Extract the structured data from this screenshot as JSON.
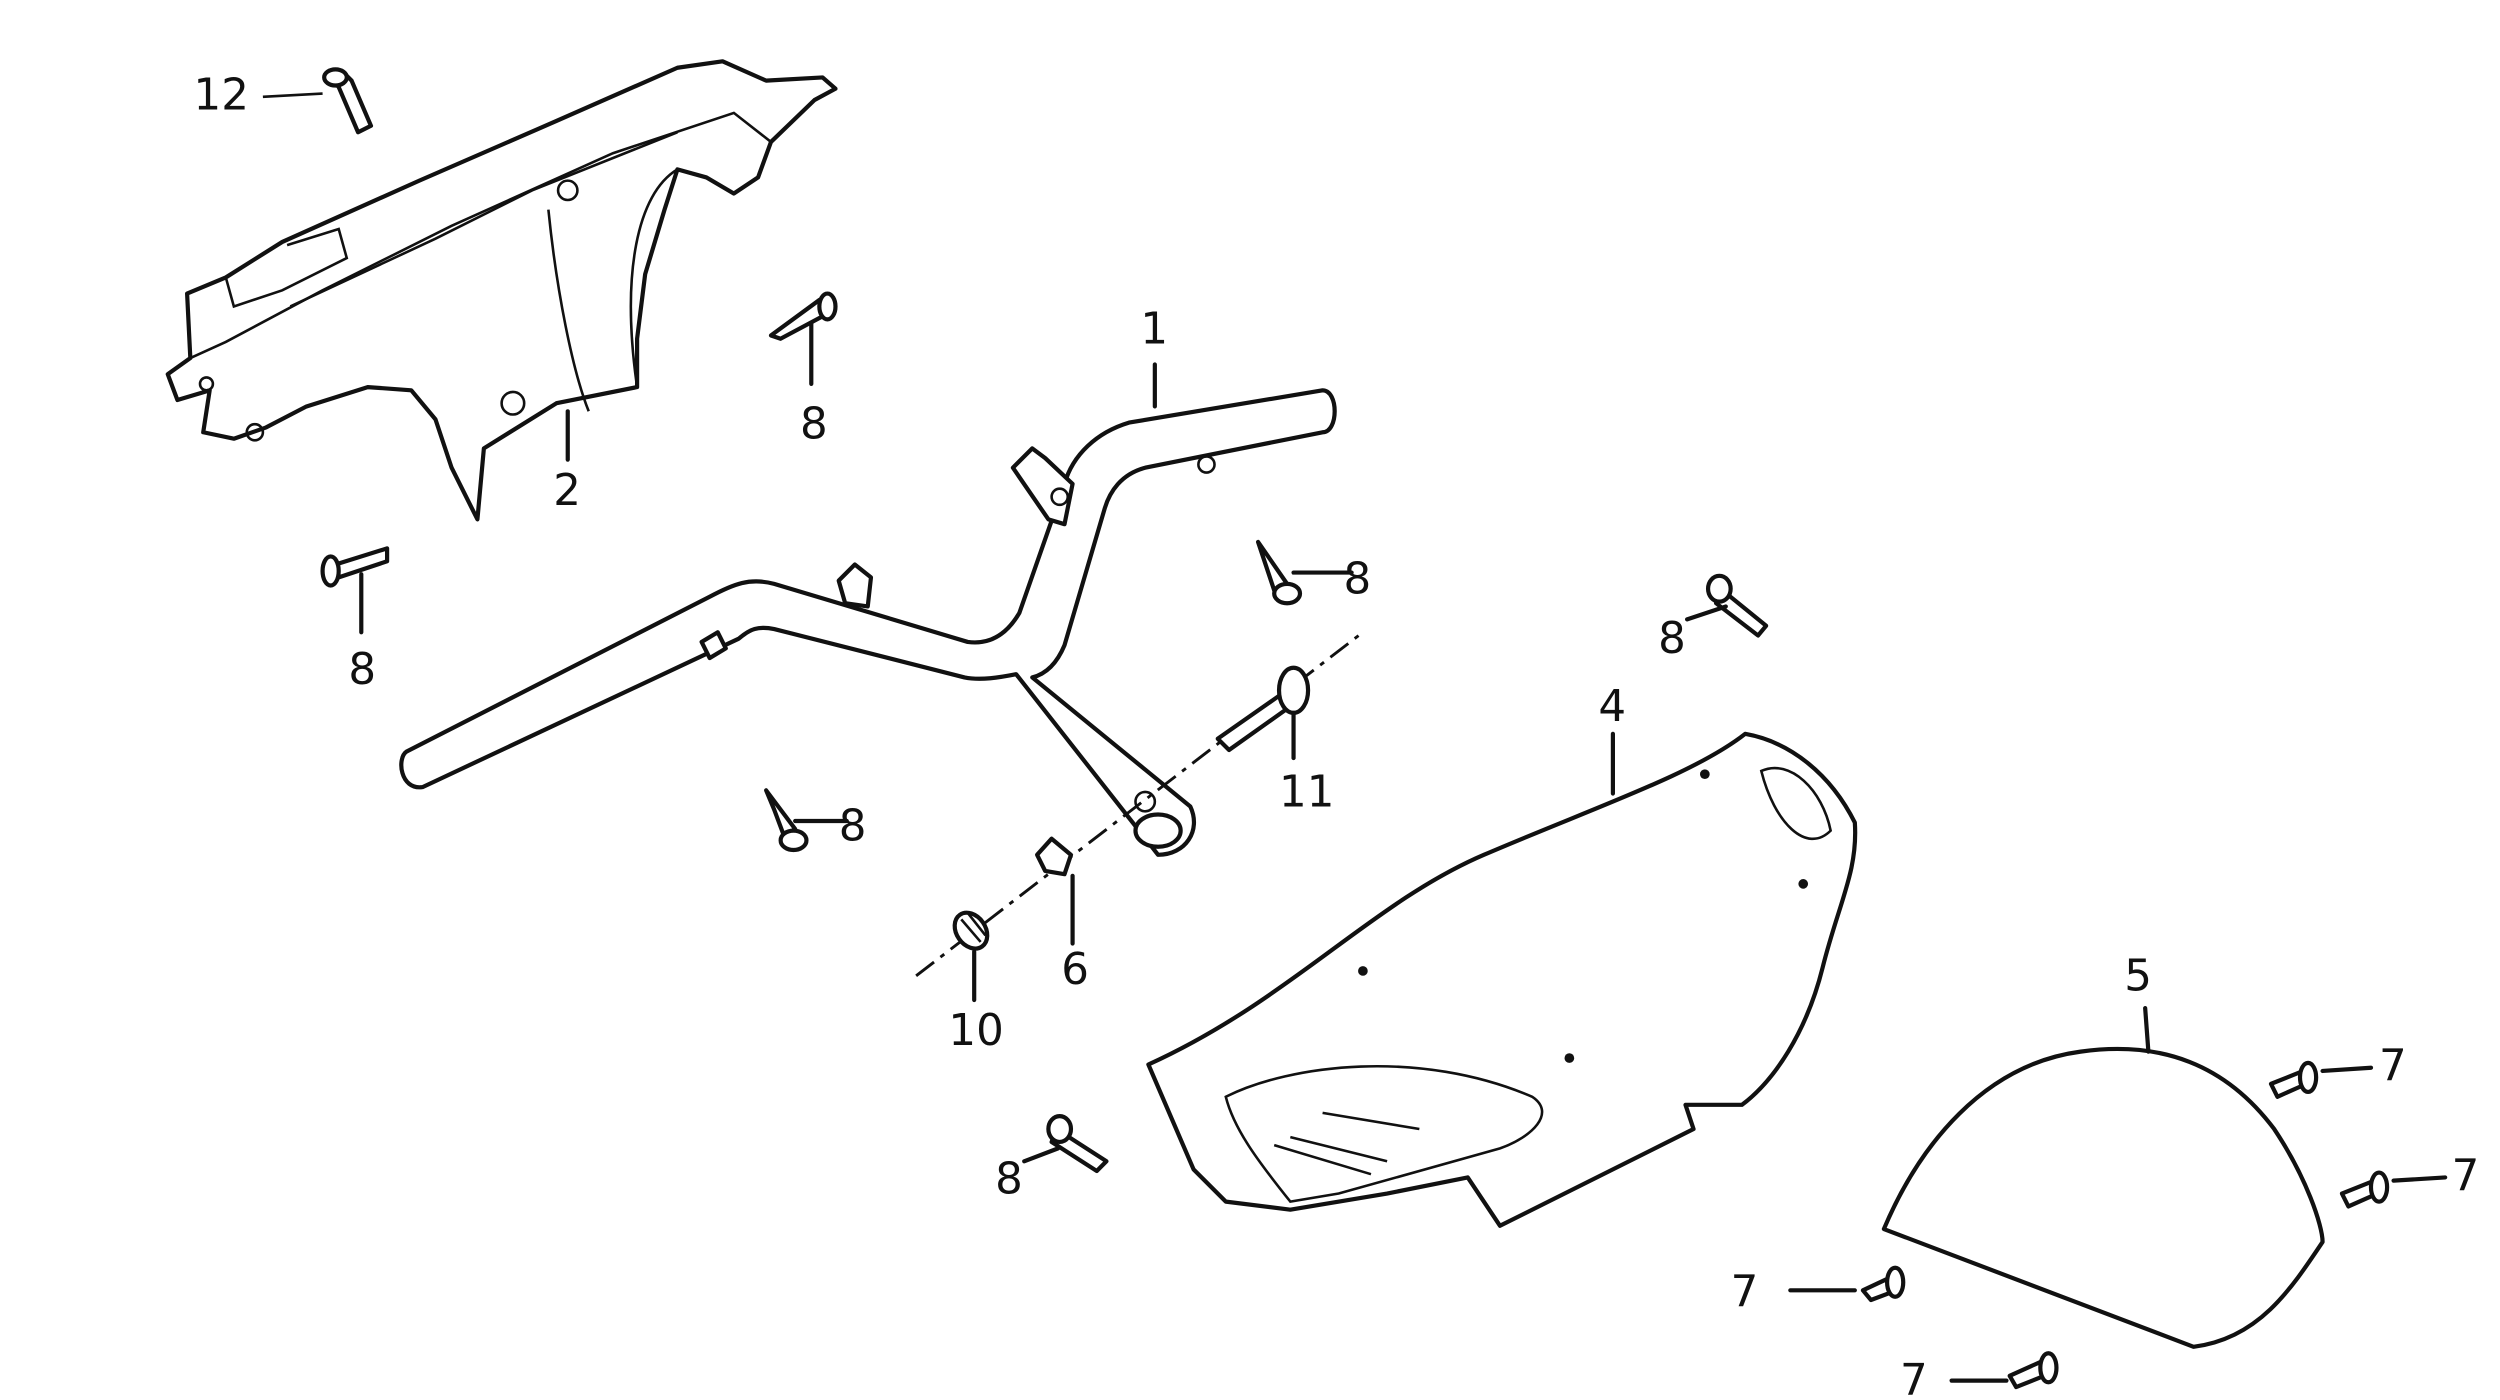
{
  "diagram": {
    "type": "exploded parts diagram",
    "callouts": {
      "handlebar": "1",
      "front_handlebar_cover": "2",
      "rear_handlebar_cover": "4",
      "meter_cover": "5",
      "collar": "6",
      "bolt": "7",
      "screw": "8",
      "nut": "10",
      "bolt_long": "11",
      "screw_top": "12"
    },
    "screw_labels": [
      "8",
      "8",
      "8",
      "8",
      "8",
      "8"
    ],
    "bolt_labels": [
      "7",
      "7",
      "7",
      "7"
    ]
  }
}
